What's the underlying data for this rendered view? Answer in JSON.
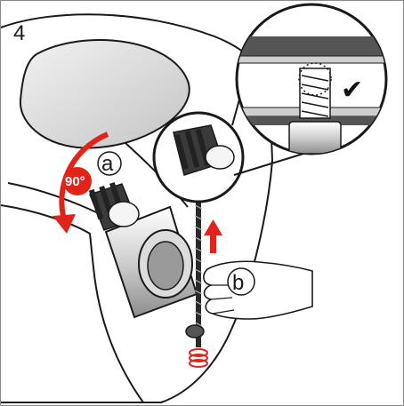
{
  "step": {
    "number": "4"
  },
  "callouts": {
    "a": "a",
    "b": "b"
  },
  "rotation": {
    "angle": "90°"
  },
  "detail": {
    "checkmark": "✔"
  },
  "icons": {
    "rotate_arrow": "curved-rotate-arrow-icon",
    "up_arrow": "up-arrow-icon",
    "check": "checkmark-icon"
  },
  "colors": {
    "accent_red": "#e2231a",
    "outline": "#1a1a1a",
    "shade": "#d9d9d9"
  }
}
